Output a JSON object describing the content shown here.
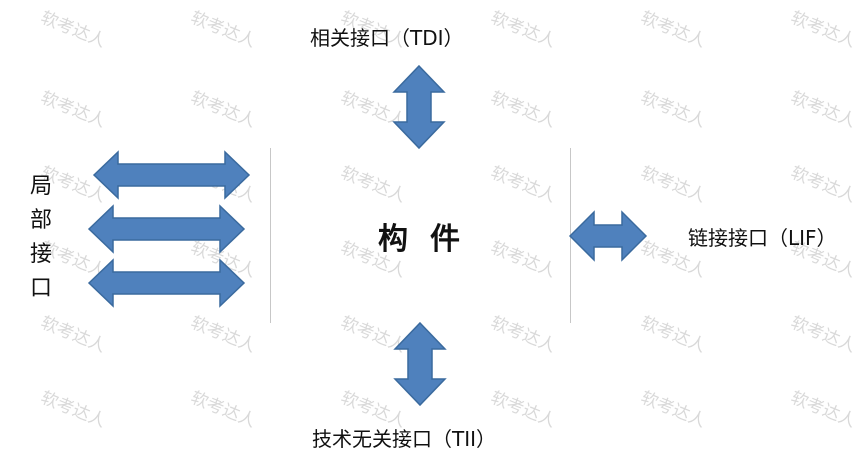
{
  "watermark": "软考达人",
  "component": {
    "title": "构件"
  },
  "interfaces": {
    "top": "相关接口（TDI）",
    "bottom": "技术无关接口（TII）",
    "right": "链接接口（LIF）",
    "left": "局部接口"
  },
  "colors": {
    "arrow": "#4f81bd",
    "watermark": "#d9d9d9",
    "divider": "#c7c7c7"
  }
}
